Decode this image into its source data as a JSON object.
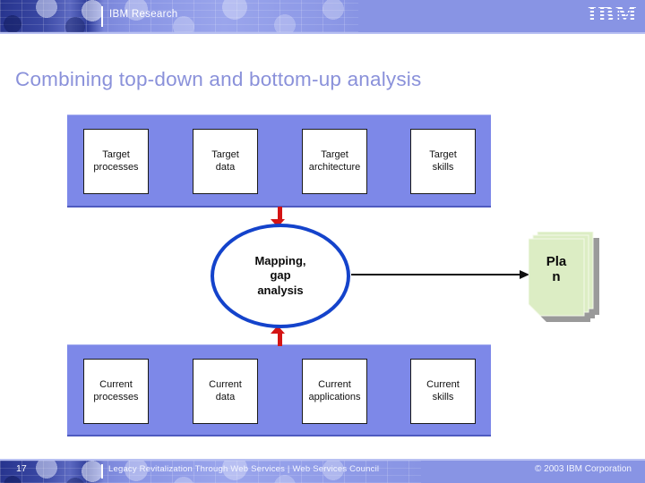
{
  "slide": {
    "header": {
      "eyebrow": "IBM Research",
      "logo_text": "IBM"
    },
    "title": "Combining top-down and bottom-up analysis",
    "diagram": {
      "target_row": {
        "boxes": [
          "Target\nprocesses",
          "Target\ndata",
          "Target\narchitecture",
          "Target\nskills"
        ]
      },
      "hub": {
        "label": "Mapping,\ngap\nanalysis"
      },
      "plan": {
        "label": "Plan"
      },
      "current_row": {
        "boxes": [
          "Current\nprocesses",
          "Current\ndata",
          "Current\napplications",
          "Current\nskills"
        ]
      }
    },
    "footer": {
      "page_number": "17",
      "caption": "Legacy Revitalization Through Web Services | Web Services Council",
      "copyright": "© 2003 IBM Corporation"
    },
    "colors": {
      "bar_periwinkle": "#8894e4",
      "band_blue": "#7d88e8",
      "title_text": "#8a91da",
      "hub_border": "#1443cb",
      "arrow_red": "#d41414",
      "plan_fill": "#dcedc4",
      "plan_shadow": "#9a9a9a"
    }
  }
}
